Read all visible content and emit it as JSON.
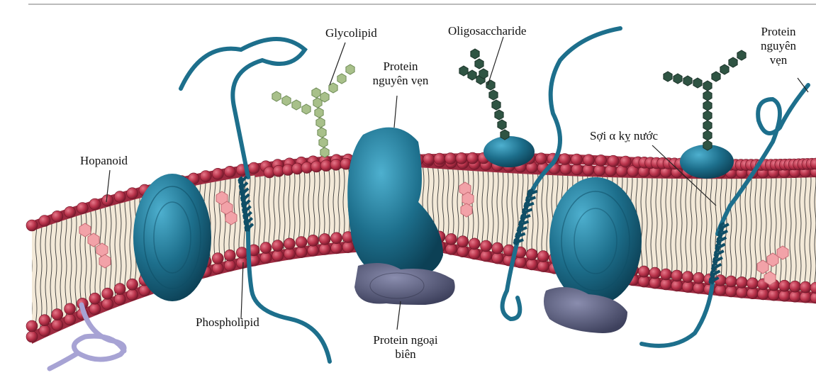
{
  "labels": {
    "glycolipid": "Glycolipid",
    "oligosaccharide": "Oligosaccharide",
    "integral_protein_center_line1": "Protein",
    "integral_protein_center_line2": "nguyên vẹn",
    "integral_protein_right_line1": "Protein",
    "integral_protein_right_line2": "nguyên",
    "integral_protein_right_line3": "vẹn",
    "hopanoid": "Hopanoid",
    "alpha_helix": "Sợi α kỵ nước",
    "phospholipid": "Phospholipid",
    "peripheral_protein_line1": "Protein ngoại",
    "peripheral_protein_line2": "biên"
  },
  "colors": {
    "head": "#b8324a",
    "head_highlight": "#e06a7c",
    "tail_band": "#f3e9d8",
    "tail_line": "#3a3a3a",
    "protein": "#1d6f8c",
    "protein_dark": "#0f4e66",
    "protein_light": "#3fa0bf",
    "peripheral": "#5b5e7e",
    "glycolipid_sugar": "#a8c08a",
    "oligo_sugar": "#2f5443",
    "hopanoid": "#f2a2a8",
    "strand_lilac": "#a7a3d4"
  }
}
